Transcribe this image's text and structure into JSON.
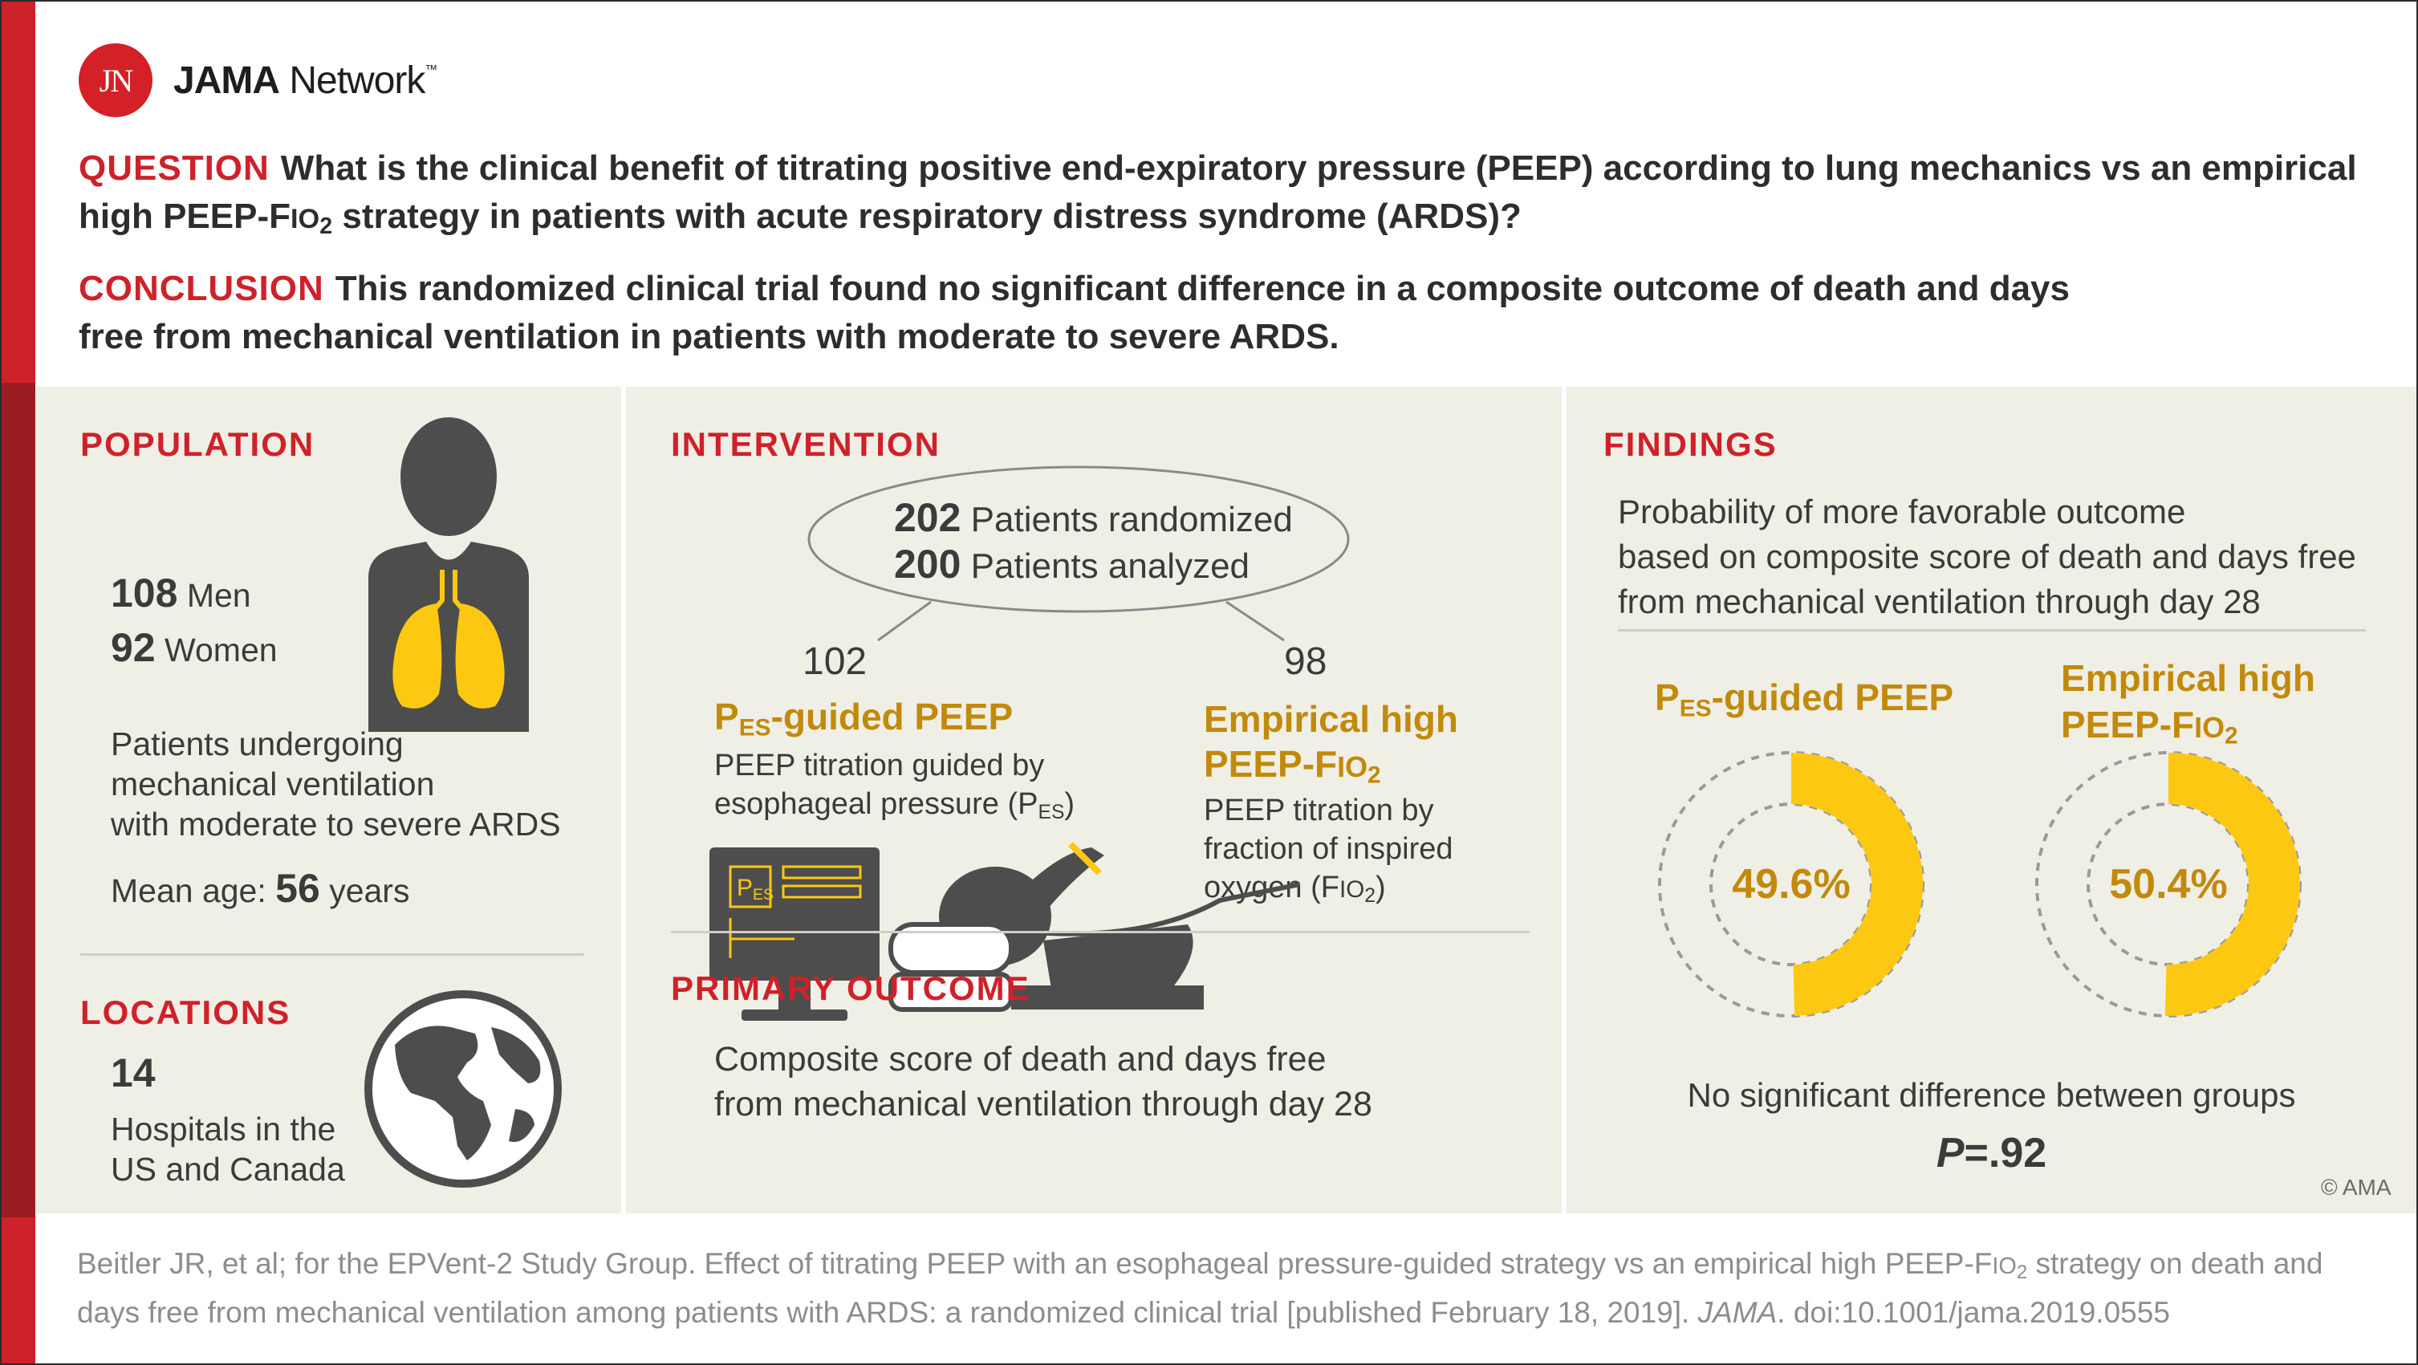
{
  "brand": {
    "initials": "JN",
    "name_bold": "JAMA",
    "name_rest": " Network",
    "tm": "™"
  },
  "question": {
    "label": "QUESTION",
    "text_a": "What is the clinical benefit of titrating positive end-expiratory pressure (PEEP) according to lung mechanics vs an empirical high PEEP-F",
    "fio": "IO",
    "sub2": "2",
    "text_b": " strategy in patients with acute respiratory distress syndrome (ARDS)?"
  },
  "conclusion": {
    "label": "CONCLUSION",
    "text": "This randomized clinical trial found no significant difference in a composite outcome of death and days free from mechanical ventilation in patients with moderate to severe ARDS."
  },
  "population": {
    "title": "POPULATION",
    "men_count": "108",
    "men_label": "Men",
    "women_count": "92",
    "women_label": "Women",
    "desc_1": "Patients undergoing",
    "desc_2": "mechanical ventilation",
    "desc_3": "with moderate to severe ARDS",
    "age_label": "Mean age:",
    "age_value": "56",
    "age_unit": "years"
  },
  "locations": {
    "title": "LOCATIONS",
    "count": "14",
    "desc_1": "Hospitals in the",
    "desc_2": "US and Canada"
  },
  "intervention": {
    "title": "INTERVENTION",
    "randomized_count": "202",
    "randomized_label": "Patients randomized",
    "analyzed_count": "200",
    "analyzed_label": "Patients analyzed",
    "group_a_n": "102",
    "group_a_p": "P",
    "group_a_es": "ES",
    "group_a_title": "-guided PEEP",
    "group_a_desc_1": "PEEP titration guided by",
    "group_a_desc_2": "esophageal pressure (P",
    "group_a_desc_es": "ES",
    "group_a_desc_close": ")",
    "group_b_n": "98",
    "group_b_title_1": "Empirical high",
    "group_b_title_2": "PEEP-F",
    "group_b_fio": "IO",
    "group_b_sub": "2",
    "group_b_desc_1": "PEEP titration by",
    "group_b_desc_2": "fraction of inspired",
    "group_b_desc_3": "oxygen (F",
    "group_b_desc_fio": "IO",
    "group_b_desc_sub": "2",
    "group_b_desc_close": ")",
    "monitor_p": "P",
    "monitor_es": "ES"
  },
  "outcome": {
    "title": "PRIMARY OUTCOME",
    "desc_1": "Composite score of death and days free",
    "desc_2": "from mechanical ventilation through day 28"
  },
  "findings": {
    "title": "FINDINGS",
    "desc_1": "Probability of more favorable outcome",
    "desc_2": "based on composite score of death and days free",
    "desc_3": "from mechanical ventilation through day 28",
    "group_a_p": "P",
    "group_a_es": "ES",
    "group_a_title": "-guided PEEP",
    "group_b_title_1": "Empirical high",
    "group_b_title_2": "PEEP-F",
    "group_b_fio": "IO",
    "group_b_sub": "2",
    "group_a_pct_label": "49.6%",
    "group_b_pct_label": "50.4%",
    "group_a_pct": 49.6,
    "group_b_pct": 50.4,
    "summary": "No significant difference between groups",
    "p_letter": "P",
    "p_value": "=.92"
  },
  "colors": {
    "accent_red": "#cf2129",
    "gold": "#c28a0b",
    "yellow": "#fcc812",
    "panel": "#f0efe6"
  },
  "copyright": "© AMA",
  "citation": {
    "line1_a": "Beitler JR, et al; for the EPVent-2 Study Group. Effect of titrating PEEP with an esophageal pressure-guided strategy vs an empirical high PEEP-F",
    "line1_fio": "IO",
    "line1_sub": "2",
    "line1_b": " strategy on death and",
    "line2_a": "days free from mechanical ventilation among patients with ARDS: a randomized clinical trial [published February 18, 2019]. ",
    "journal": "JAMA",
    "line2_b": ". doi:10.1001/jama.2019.0555"
  }
}
